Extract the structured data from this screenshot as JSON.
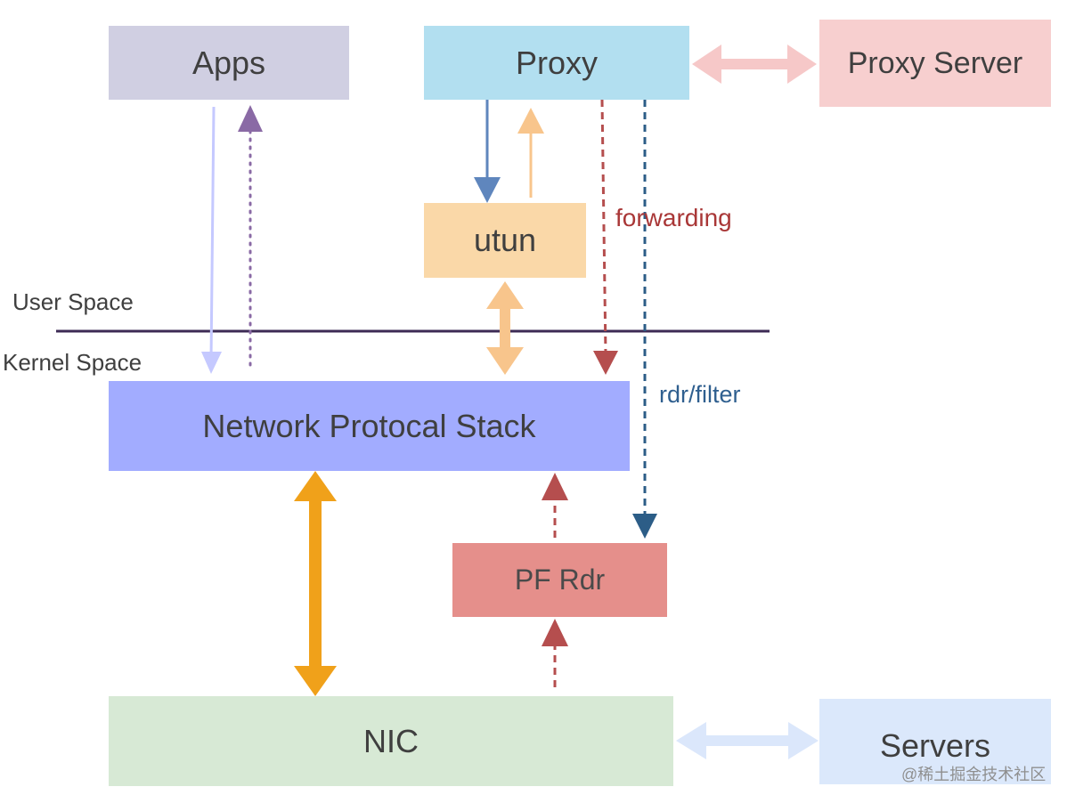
{
  "nodes": {
    "apps": "Apps",
    "proxy": "Proxy",
    "proxy_server": "Proxy Server",
    "utun": "utun",
    "network_stack": "Network Protocal Stack",
    "pf_rdr": "PF Rdr",
    "nic": "NIC",
    "servers": "Servers"
  },
  "labels": {
    "user_space": "User Space",
    "kernel_space": "Kernel Space",
    "forwarding": "forwarding",
    "rdr_filter": "rdr/filter",
    "watermark": "@稀土掘金技术社区"
  },
  "colors": {
    "apps_box": "#d0cfe2",
    "proxy_box": "#b2dff0",
    "proxy_server_box": "#f7cfcf",
    "utun_box": "#fad8a8",
    "network_stack_box": "#a2acff",
    "pf_rdr_box": "#e58f8b",
    "nic_box": "#d7e9d5",
    "servers_box": "#dbe8fb",
    "space_divider": "#3d2b55",
    "forwarding_text": "#a93737",
    "rdr_filter_text": "#2f5f8f",
    "orange_arrow": "#f0a11a",
    "blue_arrow": "#5f86bd",
    "peach_arrow": "#f8c58c",
    "lavender_arrow": "#c5c9ff",
    "purple_arrow": "#8a6aa5",
    "red_dashed": "#b54e4e",
    "blue_dashed": "#2c5d87",
    "pink_bidir": "#f6c8c8",
    "light_blue_bidir": "#dbe7fb"
  }
}
